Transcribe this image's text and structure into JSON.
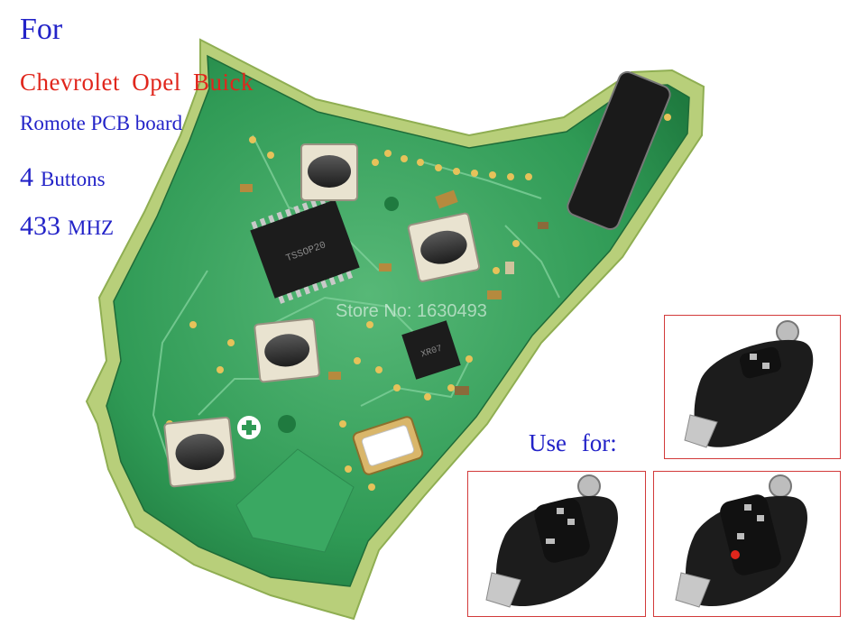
{
  "text": {
    "for": "For",
    "brands": "Chevrolet Opel Buick",
    "board": "Romote PCB board",
    "buttons_count": "4",
    "buttons_word": "Buttons",
    "freq_number": "433",
    "freq_unit": "MHZ",
    "use_for": "Use for:",
    "watermark": "Store No: 1630493",
    "chip_main": "TSSOP20",
    "chip_small": "XR07"
  },
  "colors": {
    "heading_blue": "#2323c8",
    "brand_red": "#e0261c",
    "pcb_green": "#2f9a55",
    "pcb_edge": "#c7d98a",
    "frame_red": "#d23a3a"
  },
  "product": {
    "buttons_on_board": 4,
    "key_variants": [
      {
        "name": "2-button",
        "buttons": 2
      },
      {
        "name": "3-button",
        "buttons": 3
      },
      {
        "name": "3-button-panic",
        "buttons": 3,
        "panic": true
      }
    ]
  }
}
